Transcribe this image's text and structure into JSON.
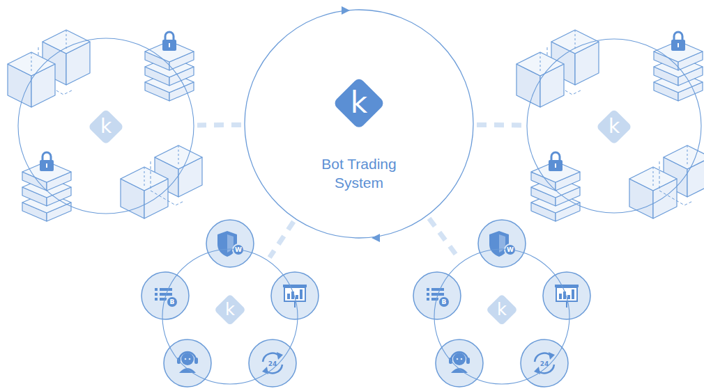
{
  "diagram": {
    "nodes": [
      {
        "text": [
          "k"
        ]
      },
      {
        "text": [
          "k",
          "Bot Trading System"
        ]
      },
      {
        "text": [
          "k"
        ]
      },
      {
        "text": [
          "k"
        ]
      },
      {
        "text": [
          "k"
        ]
      }
    ],
    "edges": [
      {
        "from": 1,
        "to": 0,
        "arrow": "none"
      },
      {
        "from": 1,
        "to": 2,
        "arrow": "none"
      },
      {
        "from": 1,
        "to": 3,
        "arrow": "none"
      },
      {
        "from": 1,
        "to": 4,
        "arrow": "none"
      }
    ],
    "labels": [
      "W",
      "B",
      "24",
      "W",
      "B",
      "24"
    ]
  }
}
